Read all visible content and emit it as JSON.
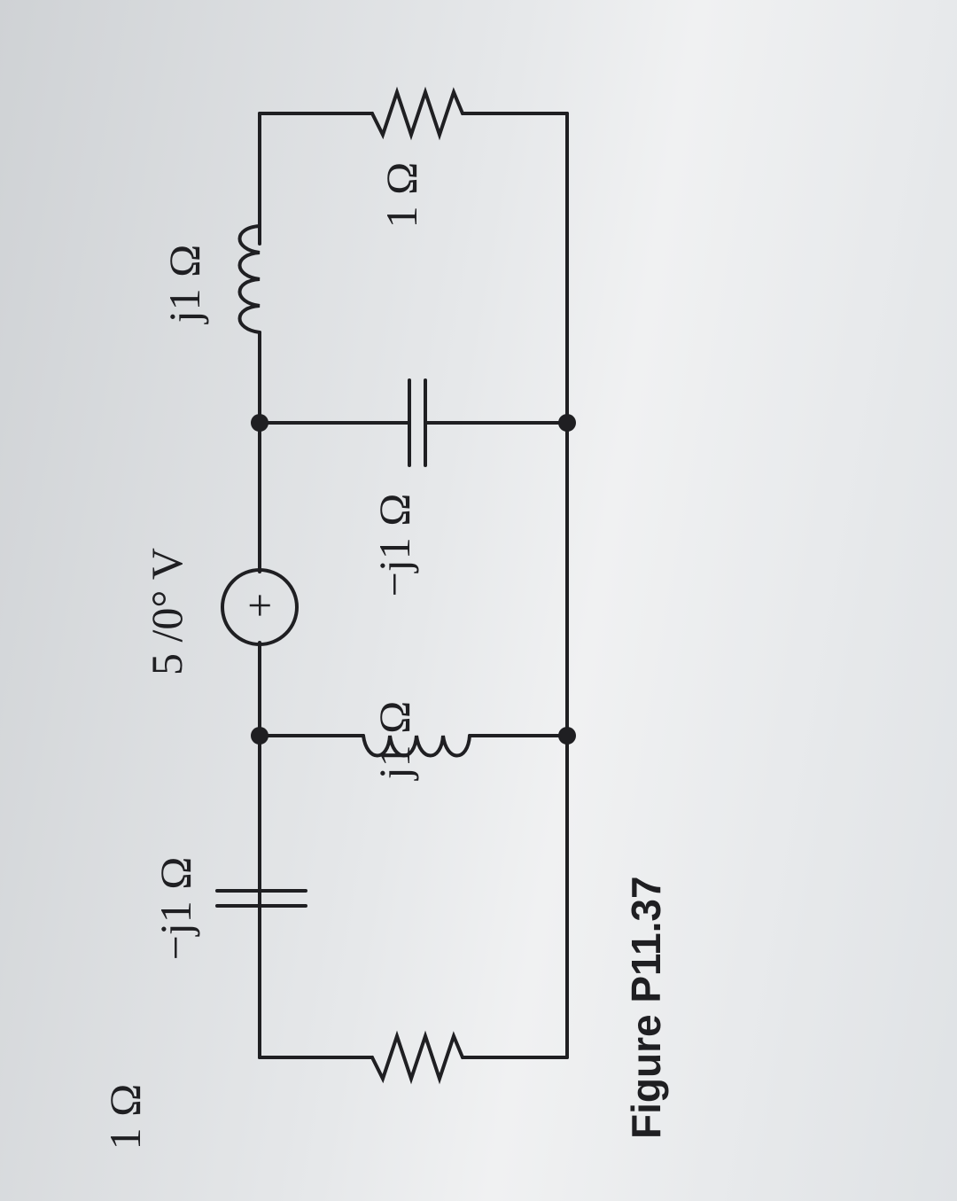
{
  "figure": {
    "caption": "Figure P11.37"
  },
  "components": {
    "r_left": "1 Ω",
    "cap_top_left": "−j1 Ω",
    "ind_middle_left": "j1 Ω",
    "source": "5 /0° V",
    "source_sign": "+",
    "cap_middle_right": "−j1 Ω",
    "ind_top_right": "j1 Ω",
    "r_right": "1 Ω"
  },
  "colors": {
    "ink": "#1f1f22",
    "paper": "#e8eaec"
  }
}
